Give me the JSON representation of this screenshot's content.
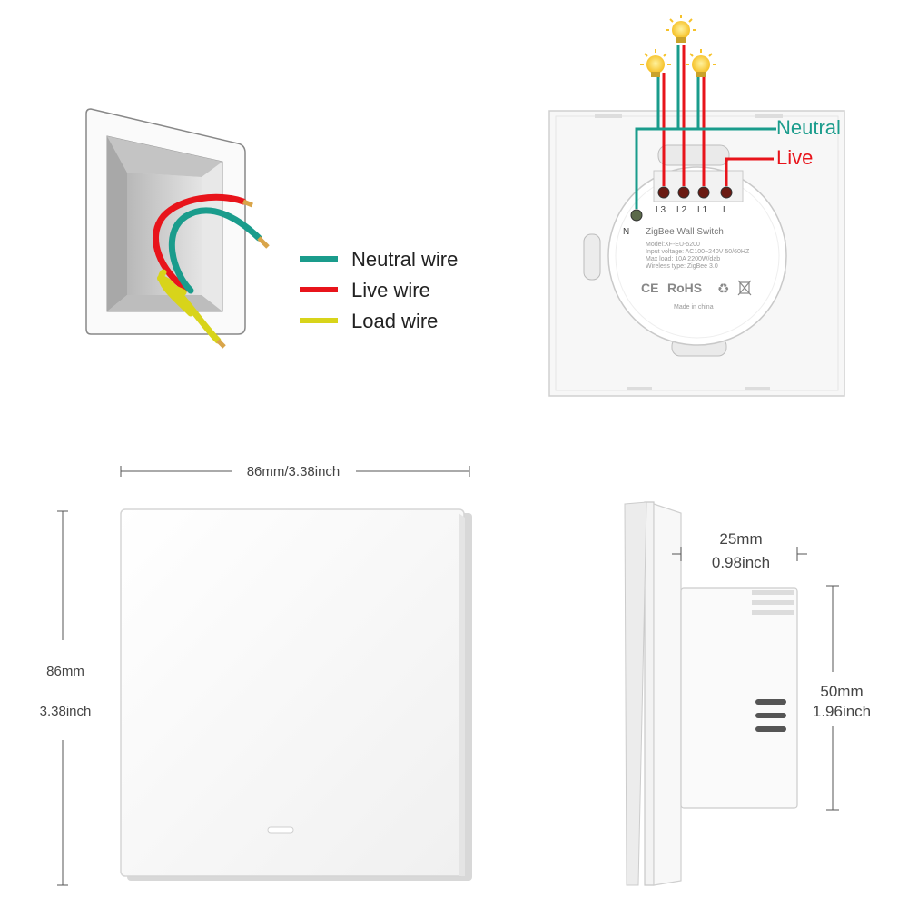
{
  "legend": {
    "items": [
      {
        "label": "Neutral wire",
        "color": "#1a9c8c"
      },
      {
        "label": "Live wire",
        "color": "#e8141b"
      },
      {
        "label": "Load wire",
        "color": "#d8d41a"
      }
    ]
  },
  "wiring": {
    "neutral_label": "Neutral",
    "live_label": "Live",
    "neutral_color": "#1a9c8c",
    "live_color": "#e8141b",
    "terminals": [
      "L3",
      "L2",
      "L1",
      "L"
    ],
    "neutral_terminal": "N"
  },
  "product": {
    "name": "ZigBee Wall Switch",
    "model": "Model:XF-EU-5200",
    "voltage": "Input voltage: AC100~240V 50/60HZ",
    "max_load": "Max load: 10A 2200W/dab",
    "wireless": "Wireless type: ZigBee 3.0",
    "cert_ce": "CE",
    "cert_rohs": "RoHS",
    "made_in": "Made in china"
  },
  "dimensions": {
    "width_label": "86mm/3.38inch",
    "height_mm": "86mm",
    "height_inch": "3.38inch",
    "depth_mm": "25mm",
    "depth_inch": "0.98inch",
    "body_mm": "50mm",
    "body_inch": "1.96inch"
  }
}
